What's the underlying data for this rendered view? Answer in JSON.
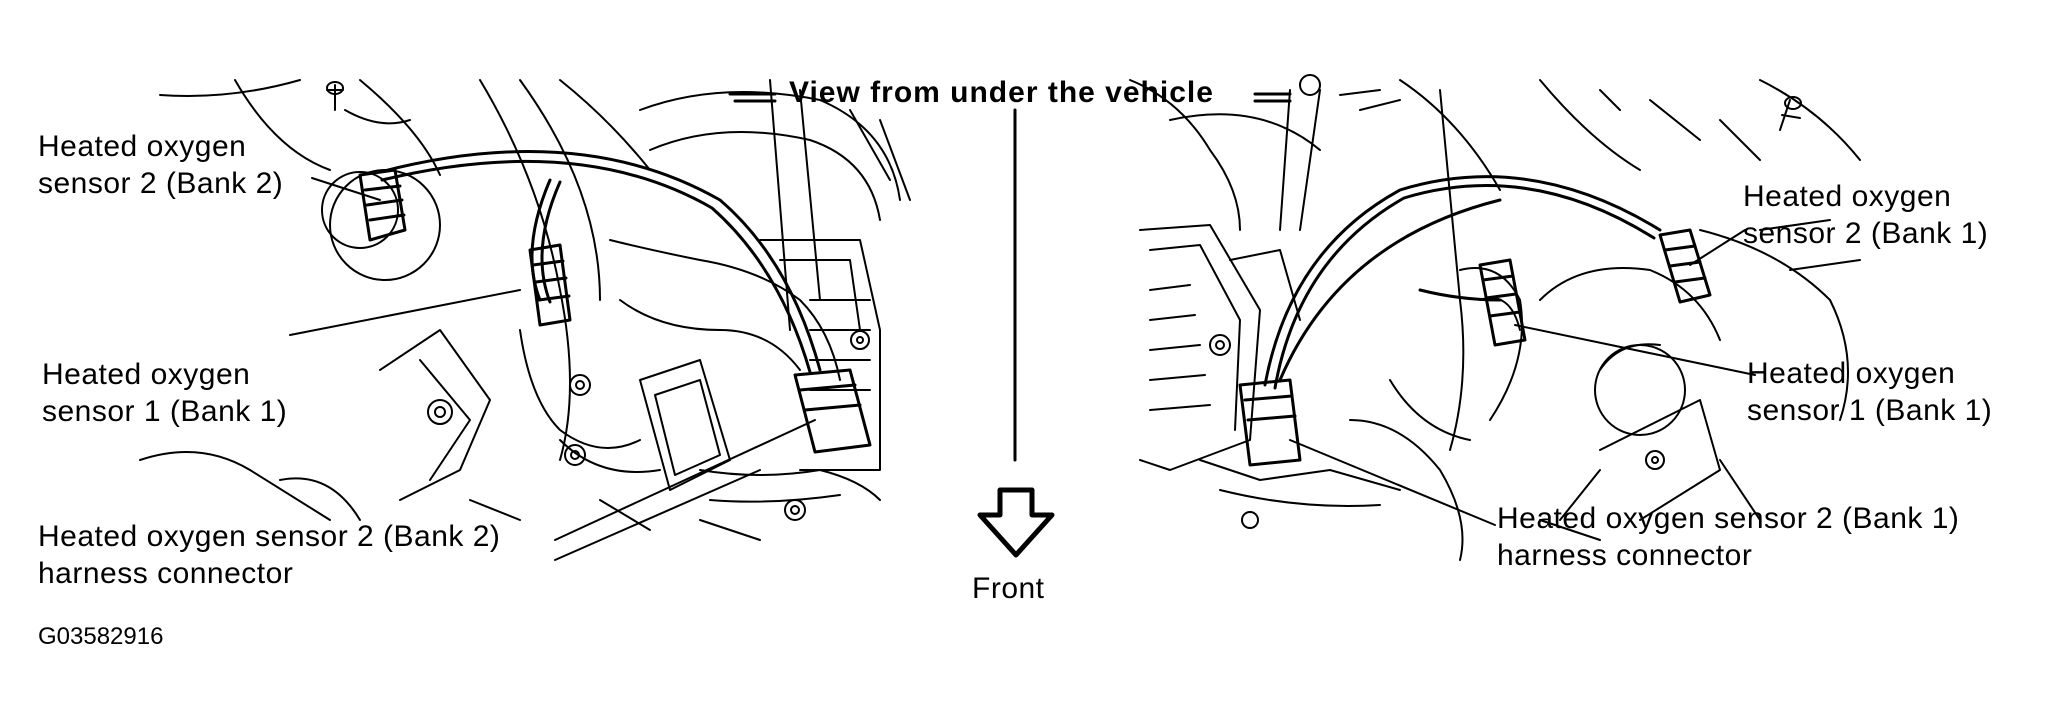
{
  "title": "View from under the vehicle",
  "direction_label": "Front",
  "figure_code": "G03582916",
  "left_view": {
    "sensor_2_label": [
      "Heated oxygen",
      "sensor 2 (Bank 2)"
    ],
    "sensor_1_label": [
      "Heated oxygen",
      "sensor 1 (Bank 1)"
    ],
    "connector_label": [
      "Heated oxygen sensor 2 (Bank 2)",
      "harness connector"
    ]
  },
  "right_view": {
    "sensor_2_label": [
      "Heated oxygen",
      "sensor 2 (Bank 1)"
    ],
    "sensor_1_label": [
      "Heated oxygen",
      "sensor 1 (Bank 1)"
    ],
    "connector_label": [
      "Heated oxygen sensor 2 (Bank 1)",
      "harness connector"
    ]
  },
  "colors": {
    "line": "#000000",
    "background": "#ffffff"
  }
}
